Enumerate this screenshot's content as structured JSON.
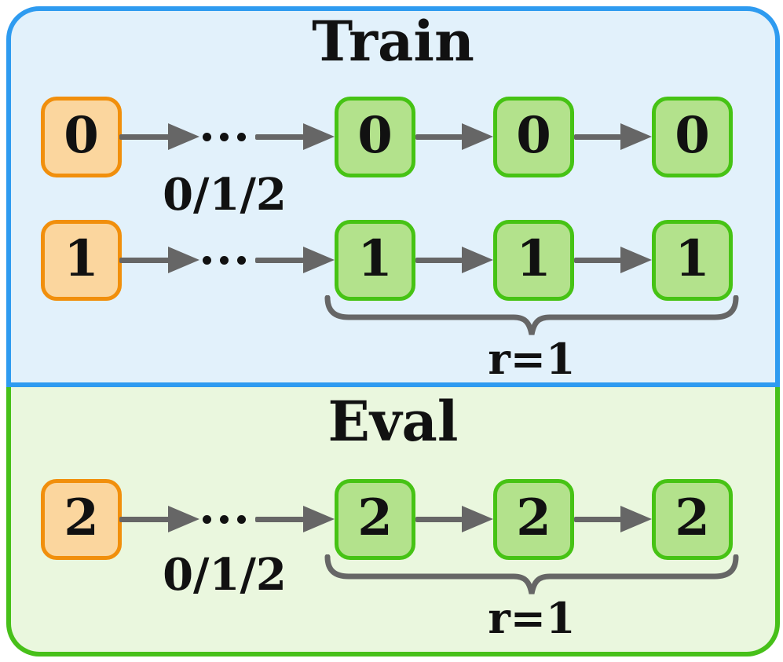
{
  "colors": {
    "train_border": "#2e9bf0",
    "train_bg": "#e2f1fb",
    "eval_border": "#47c019",
    "eval_bg": "#eaf7de",
    "source_box_border": "#f18f0c",
    "source_box_bg": "#fbd69e",
    "target_box_border": "#46c314",
    "target_box_bg": "#b3e28c",
    "arrow": "#666666",
    "text": "#111111"
  },
  "diagram": {
    "panels": [
      {
        "title": "Train",
        "transition_label": "0/1/2",
        "brace_label": "r=1",
        "rows": [
          {
            "source": "0",
            "targets": [
              "0",
              "0",
              "0"
            ]
          },
          {
            "source": "1",
            "targets": [
              "1",
              "1",
              "1"
            ]
          }
        ]
      },
      {
        "title": "Eval",
        "transition_label": "0/1/2",
        "brace_label": "r=1",
        "rows": [
          {
            "source": "2",
            "targets": [
              "2",
              "2",
              "2"
            ]
          }
        ]
      }
    ]
  }
}
